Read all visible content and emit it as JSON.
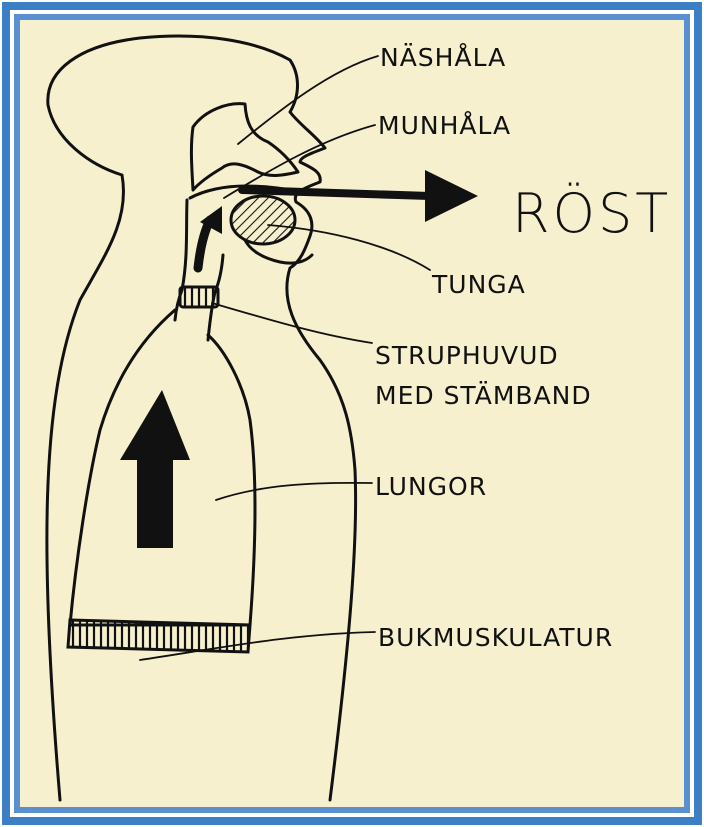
{
  "colors": {
    "outer_border": "#3d7fc4",
    "inner_border": "#5a8fd0",
    "paper": "#f6f0cf",
    "ink": "#111111"
  },
  "labels": {
    "nashala": "NÄSHÅLA",
    "munhala": "MUNHÅLA",
    "rost": "RÖST",
    "tunga": "TUNGA",
    "struphuvud_line1": "STRUPHUVUD",
    "struphuvud_line2": "MED STÄMBAND",
    "lungor": "LUNGOR",
    "bukmuskulatur": "BUKMUSKULATUR"
  }
}
